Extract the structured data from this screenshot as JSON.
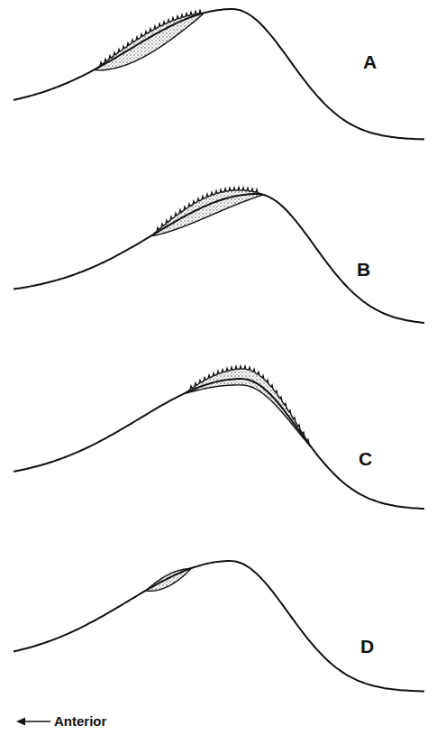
{
  "diagram": {
    "labels": [
      "A",
      "B",
      "C",
      "D",
      "Anterior"
    ]
  }
}
